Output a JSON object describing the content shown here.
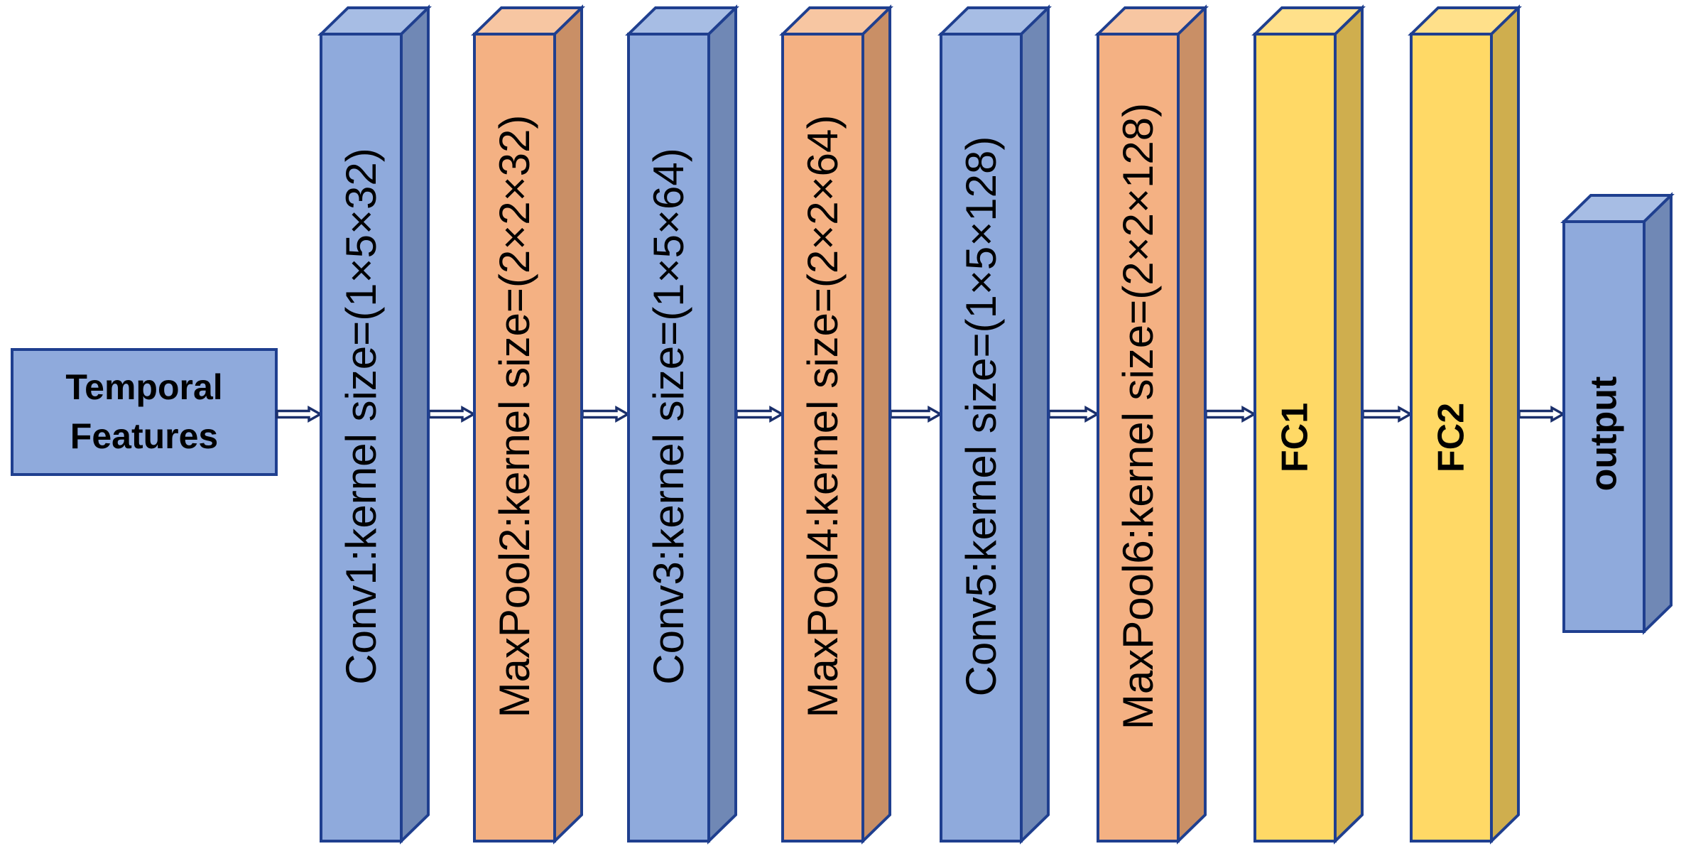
{
  "diagram": {
    "type": "cnn-architecture",
    "input": {
      "lines": [
        "Temporal",
        "Features"
      ],
      "color": "#8FAADC"
    },
    "layers": [
      {
        "id": "conv1",
        "label": "Conv1:kernel size=(1×5×32)",
        "kind": "conv",
        "bold": false
      },
      {
        "id": "maxpool2",
        "label": "MaxPool2:kernel size=(2×2×32)",
        "kind": "pool",
        "bold": false
      },
      {
        "id": "conv3",
        "label": "Conv3:kernel size=(1×5×64)",
        "kind": "conv",
        "bold": false
      },
      {
        "id": "maxpool4",
        "label": "MaxPool4:kernel size=(2×2×64)",
        "kind": "pool",
        "bold": false
      },
      {
        "id": "conv5",
        "label": "Conv5:kernel size=(1×5×128)",
        "kind": "conv",
        "bold": false
      },
      {
        "id": "maxpool6",
        "label": "MaxPool6:kernel size=(2×2×128)",
        "kind": "pool",
        "bold": false
      },
      {
        "id": "fc1",
        "label": "FC1",
        "kind": "fc",
        "bold": true
      },
      {
        "id": "fc2",
        "label": "FC2",
        "kind": "fc",
        "bold": true
      },
      {
        "id": "output",
        "label": "output",
        "kind": "output",
        "bold": true
      }
    ],
    "palette": {
      "conv": {
        "front": "#8FAADC",
        "top": "#A7BDE4",
        "side": "#7088B5"
      },
      "pool": {
        "front": "#F4B183",
        "top": "#F7C6A2",
        "side": "#C98F66"
      },
      "fc": {
        "front": "#FFD966",
        "top": "#FFE08A",
        "side": "#CFAE4E"
      },
      "output": {
        "front": "#8FAADC",
        "top": "#A7BDE4",
        "side": "#7088B5"
      },
      "outline": "#1F3F8F",
      "arrow_outline": "#1A2F6B"
    },
    "connections": [
      [
        "input",
        "conv1"
      ],
      [
        "conv1",
        "maxpool2"
      ],
      [
        "maxpool2",
        "conv3"
      ],
      [
        "conv3",
        "maxpool4"
      ],
      [
        "maxpool4",
        "conv5"
      ],
      [
        "conv5",
        "maxpool6"
      ],
      [
        "maxpool6",
        "fc1"
      ],
      [
        "fc1",
        "fc2"
      ],
      [
        "fc2",
        "output"
      ]
    ]
  }
}
